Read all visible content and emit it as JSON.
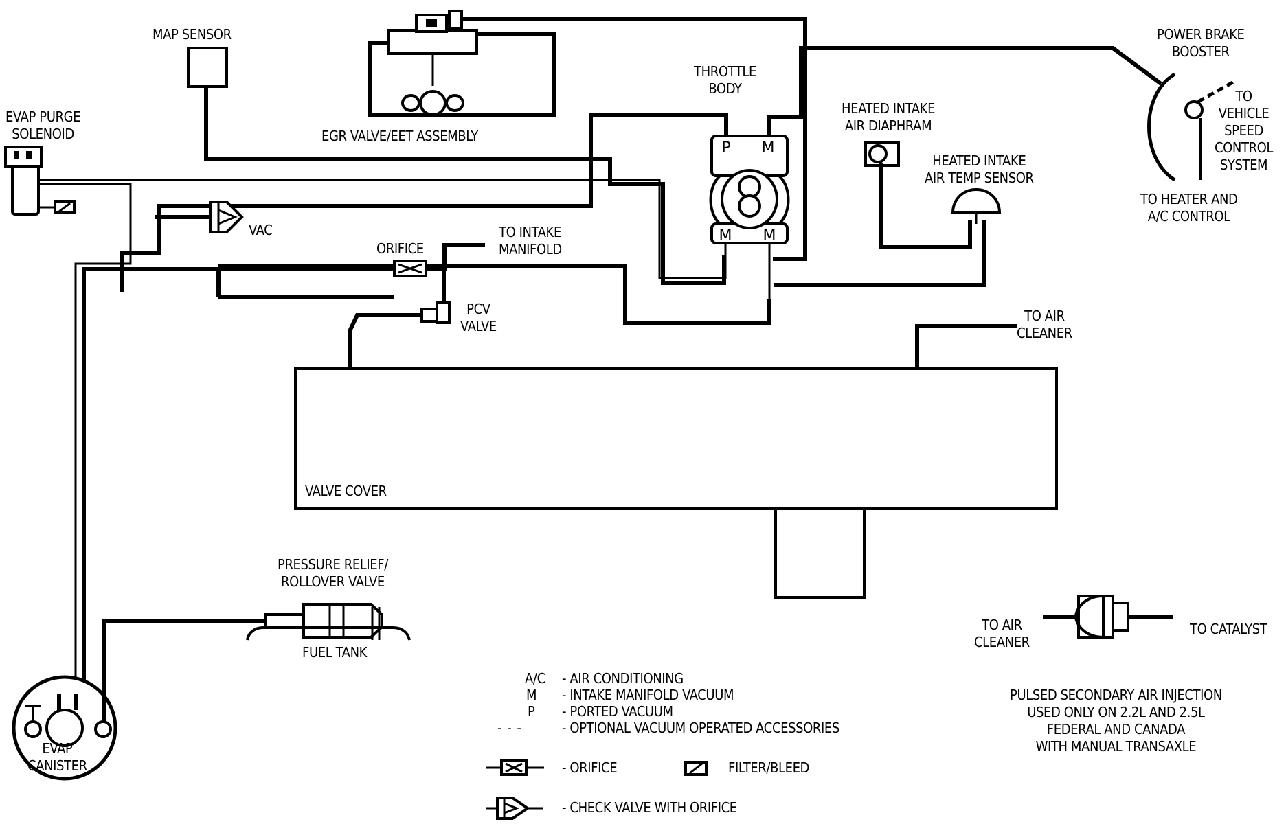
{
  "labels": {
    "map_sensor": "MAP SENSOR",
    "egr_valve": "EGR VALVE/EET ASSEMBLY",
    "evap_purge_solenoid": "EVAP PURGE\nSOLENOID",
    "throttle_body": "THROTTLE\nBODY",
    "heated_intake_air_diaphragm": "HEATED INTAKE\nAIR DIAPHRAM",
    "heated_intake_air_temp_sensor": "HEATED INTAKE\nAIR TEMP SENSOR",
    "power_brake_booster": "POWER BRAKE\nBOOSTER",
    "to_vehicle_speed_control": "TO\nVEHICLE\nSPEED\nCONTROL\nSYSTEM",
    "to_heater_ac_control": "TO HEATER AND\nA/C CONTROL",
    "vac": "VAC",
    "orifice": "ORIFICE",
    "to_intake_manifold": "TO INTAKE\nMANIFOLD",
    "pcv_valve": "PCV\nVALVE",
    "to_air_cleaner_top": "TO AIR\nCLEANER",
    "valve_cover": "VALVE COVER",
    "pressure_relief_valve": "PRESSURE RELIEF/\nROLLOVER VALVE",
    "fuel_tank": "FUEL TANK",
    "evap_canister": "EVAP\nCANISTER",
    "to_air_cleaner_bottom": "TO AIR\nCLEANER",
    "to_catalyst": "TO CATALYST",
    "pulsed_air_note": "PULSED SECONDARY AIR INJECTION\nUSED ONLY ON 2.2L AND 2.5L\nFEDERAL AND CANADA\nWITH MANUAL TRANSAXLE"
  },
  "port_letters": {
    "ported": "P",
    "manifold": "M"
  },
  "legend": {
    "entries": [
      {
        "key": "A/C",
        "desc": "- AIR CONDITIONING"
      },
      {
        "key": "M",
        "desc": "- INTAKE MANIFOLD VACUUM"
      },
      {
        "key": "P",
        "desc": "- PORTED VACUUM"
      },
      {
        "key": "- - -",
        "desc": "- OPTIONAL VACUUM OPERATED ACCESSORIES"
      }
    ],
    "orifice": "- ORIFICE",
    "filter_bleed": "FILTER/BLEED",
    "check_valve": "- CHECK VALVE WITH ORIFICE"
  }
}
